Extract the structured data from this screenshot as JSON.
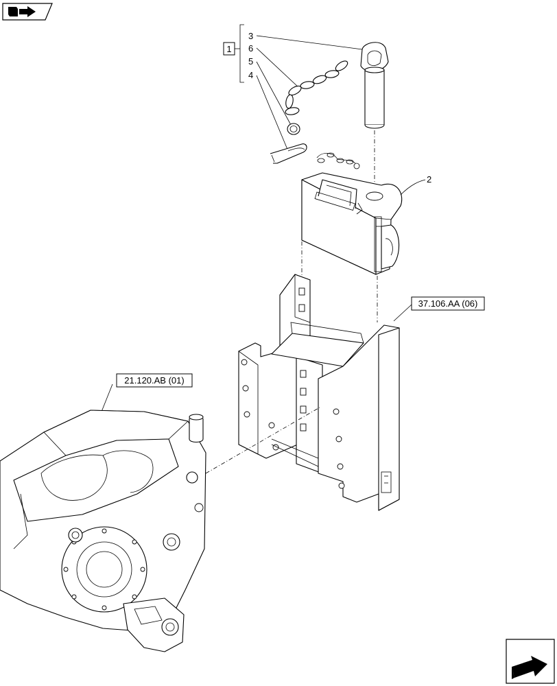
{
  "header_icon": "book-arrow-icon",
  "footer_icon": "next-page-arrow-icon",
  "callouts": {
    "group_label": "1",
    "item_3": "3",
    "item_6": "6",
    "item_5": "5",
    "item_4": "4",
    "item_2": "2"
  },
  "references": {
    "hitch_ref": "37.106.AA (06)",
    "housing_ref": "21.120.AB (01)"
  }
}
